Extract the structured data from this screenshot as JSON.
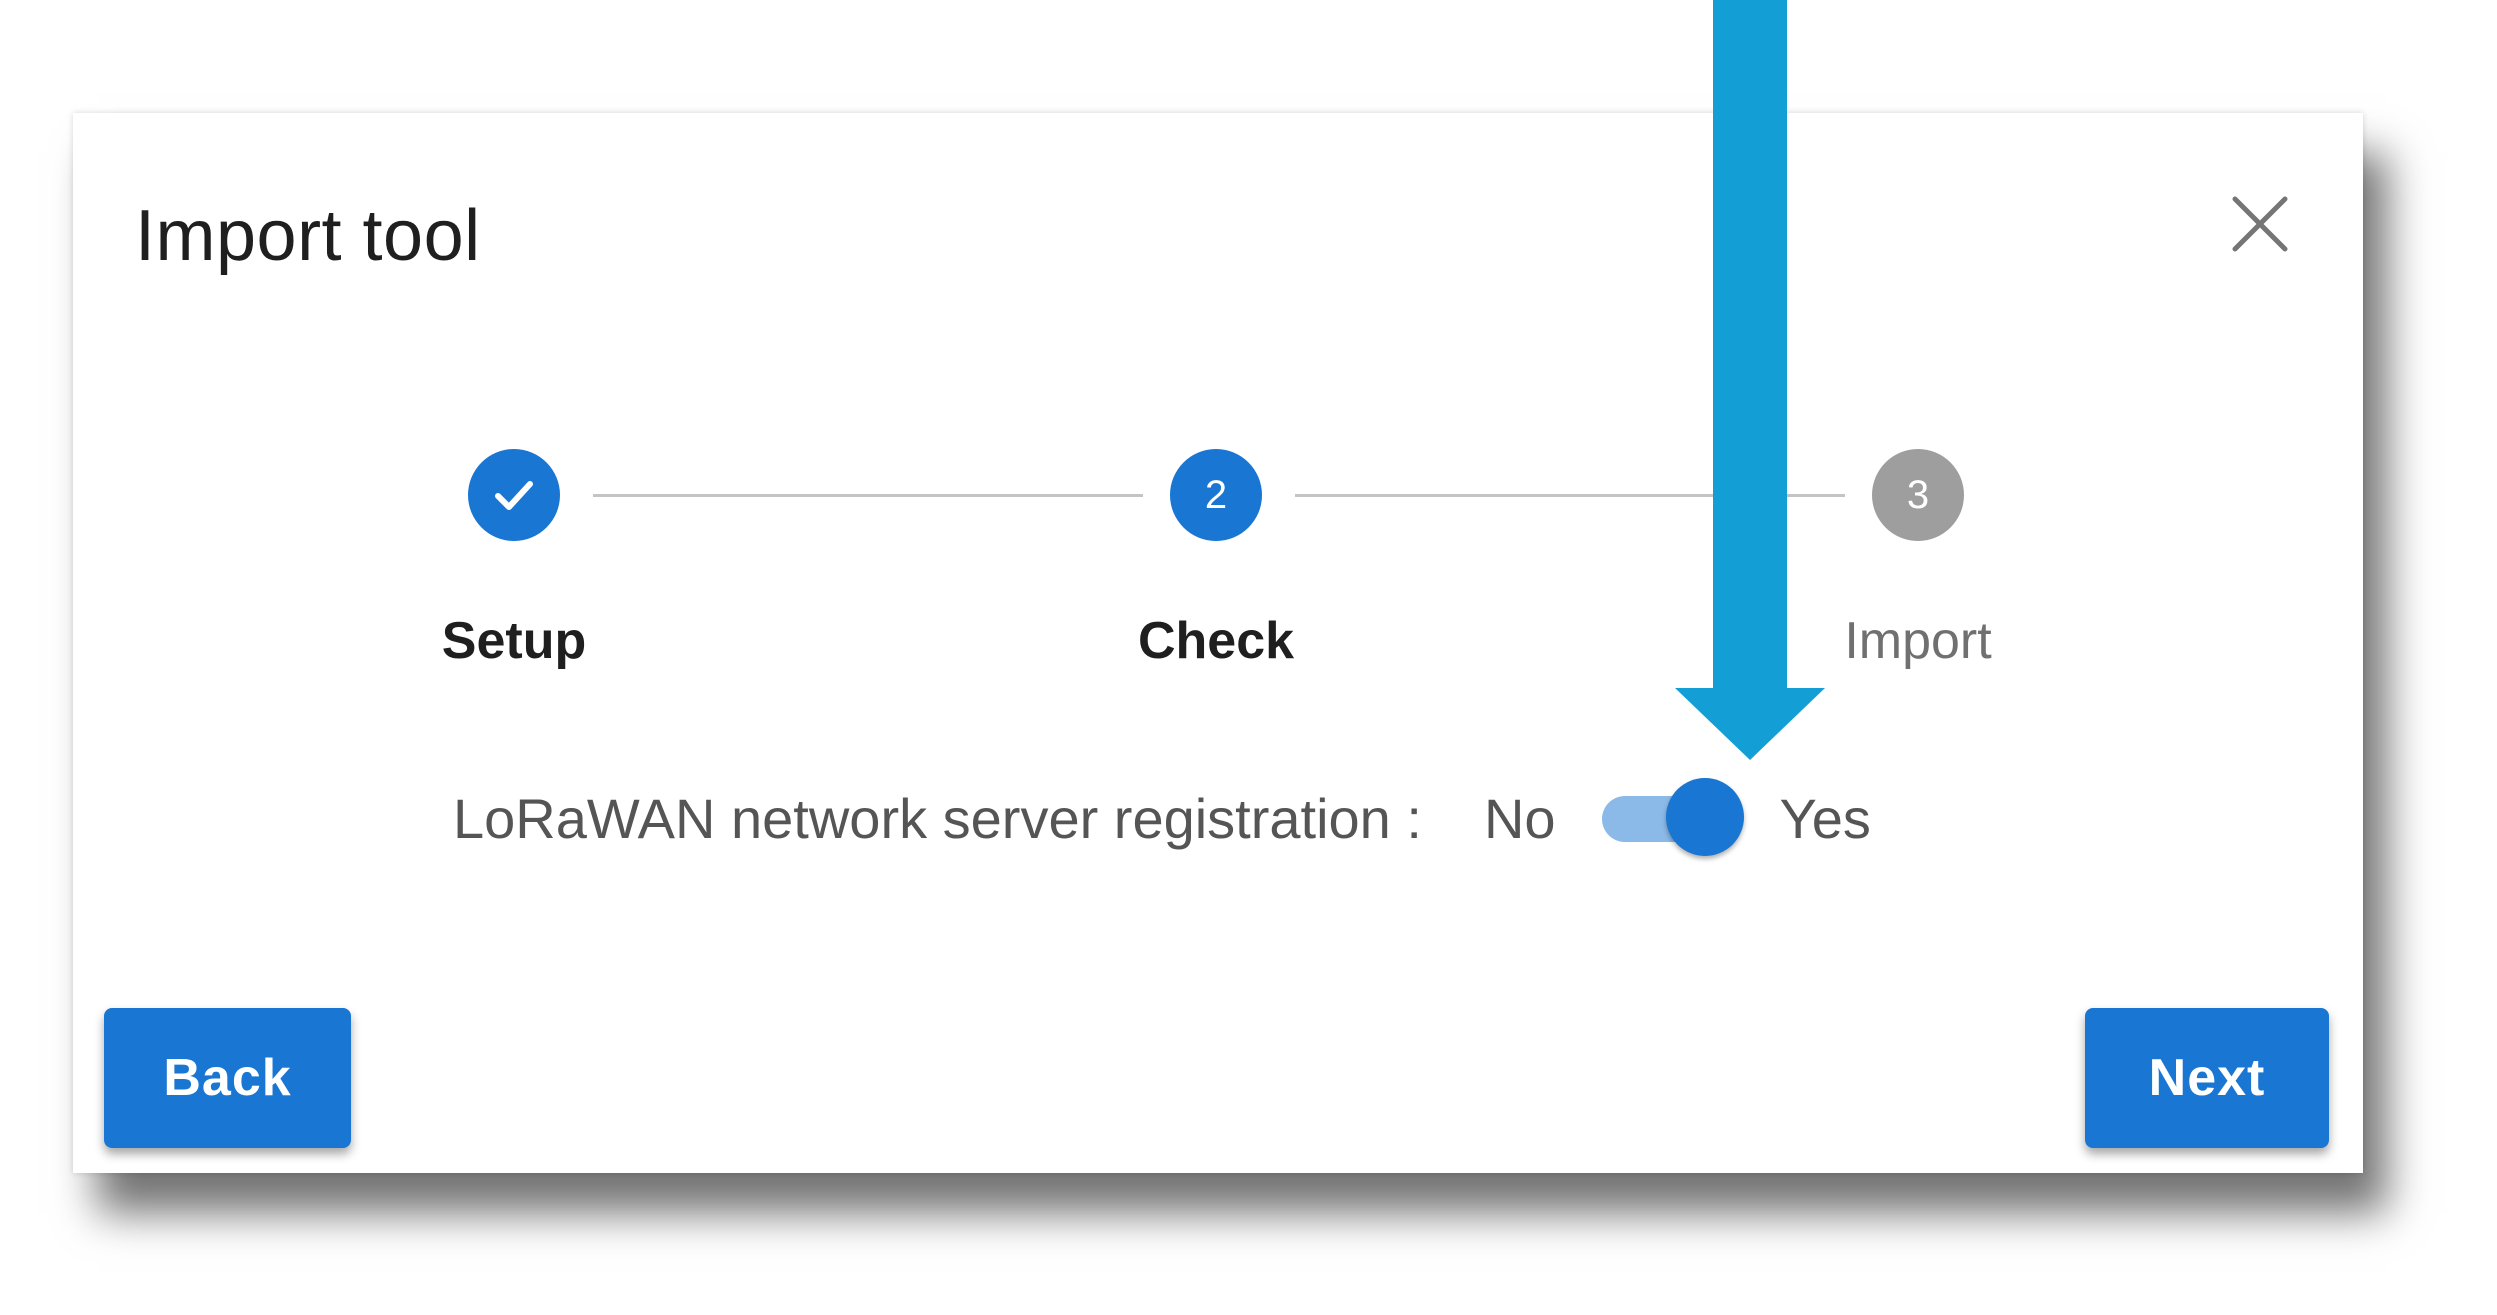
{
  "dialog": {
    "title": "Import tool",
    "close_icon": "close-icon"
  },
  "stepper": {
    "steps": [
      {
        "label": "Setup",
        "number": "1",
        "state": "completed",
        "icon": "check-icon"
      },
      {
        "label": "Check",
        "number": "2",
        "state": "active"
      },
      {
        "label": "Import",
        "number": "3",
        "state": "inactive"
      }
    ]
  },
  "registration": {
    "label": "LoRaWAN network server registration :",
    "off_label": "No",
    "on_label": "Yes",
    "value": true
  },
  "actions": {
    "back_label": "Back",
    "next_label": "Next"
  },
  "annotation": {
    "icon": "down-arrow-icon",
    "color": "#139fd6"
  },
  "colors": {
    "primary": "#1976d2",
    "primary_light": "#8bb9e8",
    "inactive": "#9e9e9e",
    "arrow": "#139fd6"
  }
}
